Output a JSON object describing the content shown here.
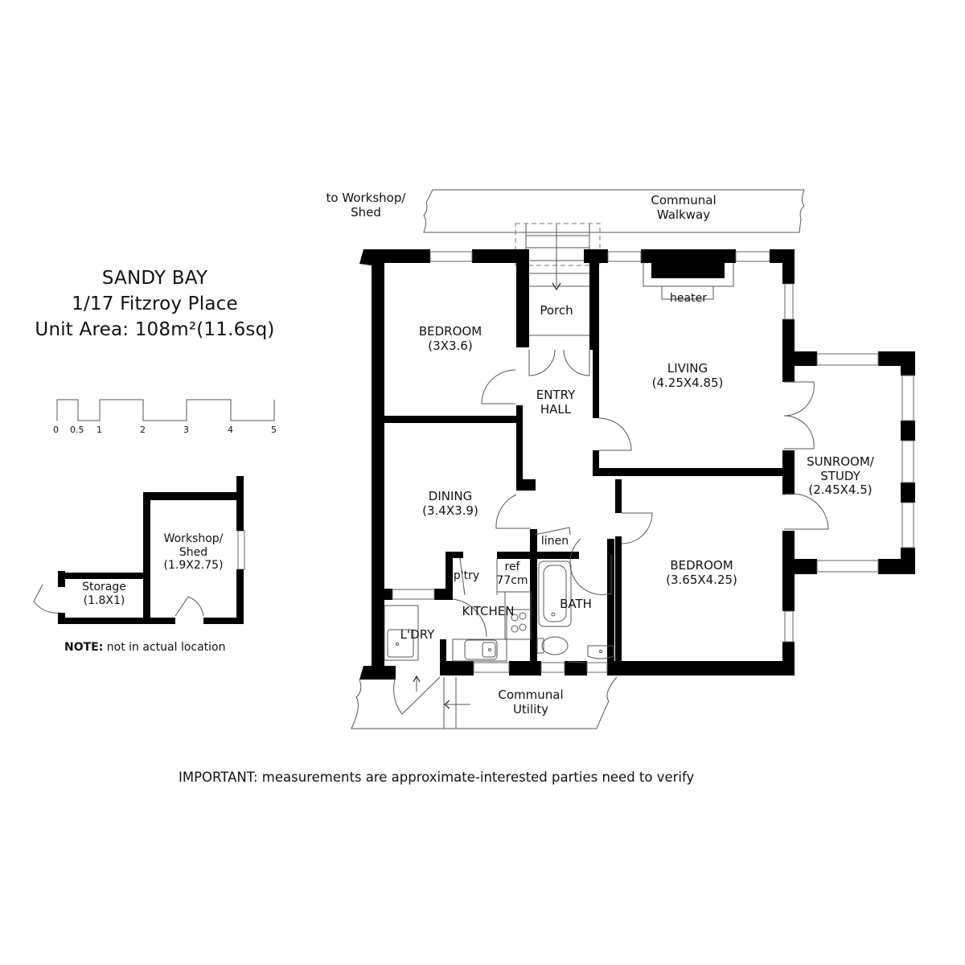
{
  "header": {
    "suburb": "SANDY BAY",
    "address": "1/17 Fitzroy Place",
    "area_label": "Unit Area: 108m²(11.6sq)"
  },
  "scale_bar": {
    "ticks": [
      "0",
      "0.5",
      "1",
      "2",
      "3",
      "4",
      "5"
    ]
  },
  "outbuildings": {
    "workshop": {
      "name": "Workshop/",
      "name2": "Shed",
      "dims": "(1.9X2.75)"
    },
    "storage": {
      "name": "Storage",
      "dims": "(1.8X1)"
    },
    "note_bold": "NOTE:",
    "note_text": " not in actual location"
  },
  "exterior": {
    "to_workshop_line1": "to Workshop/",
    "to_workshop_line2": "Shed",
    "walkway_line1": "Communal",
    "walkway_line2": "Walkway",
    "utility_line1": "Communal",
    "utility_line2": "Utility"
  },
  "rooms": {
    "bedroom1": {
      "name": "BEDROOM",
      "dims": "(3X3.6)"
    },
    "porch": {
      "name": "Porch"
    },
    "entry": {
      "name": "ENTRY",
      "name2": "HALL"
    },
    "living": {
      "name": "LIVING",
      "dims": "(4.25X4.85)"
    },
    "heater": {
      "name": "heater"
    },
    "sunroom": {
      "name": "SUNROOM/",
      "name2": "STUDY",
      "dims": "(2.45X4.5)"
    },
    "dining": {
      "name": "DINING",
      "dims": "(3.4X3.9)"
    },
    "linen": {
      "name": "linen"
    },
    "pantry": {
      "name": "p'try"
    },
    "ref": {
      "name": "ref",
      "size": "77cm"
    },
    "kitchen": {
      "name": "KITCHEN"
    },
    "laundry": {
      "name": "L'DRY"
    },
    "bath": {
      "name": "BATH"
    },
    "bedroom2": {
      "name": "BEDROOM",
      "dims": "(3.65X4.25)"
    }
  },
  "footer": {
    "important": "IMPORTANT: measurements are approximate-interested parties need to verify"
  }
}
